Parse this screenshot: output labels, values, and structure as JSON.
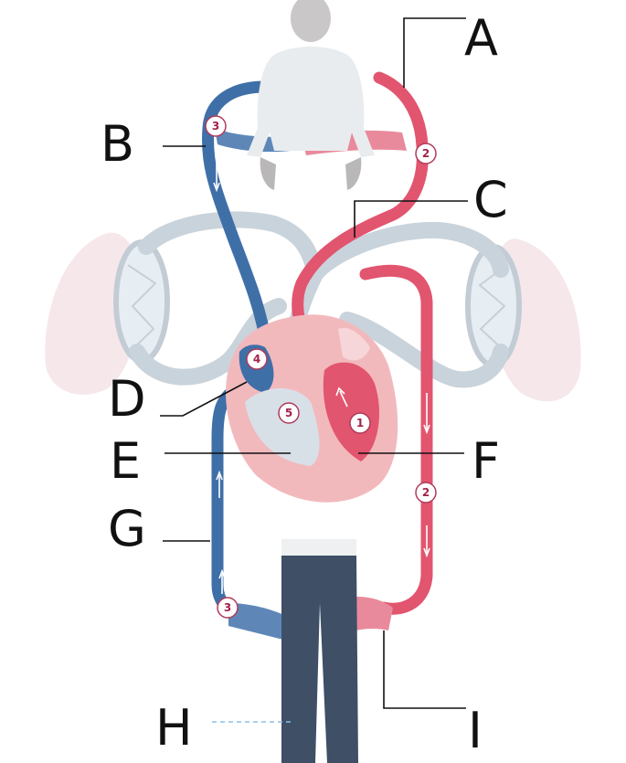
{
  "labels": {
    "A": "A",
    "B": "B",
    "C": "C",
    "D": "D",
    "E": "E",
    "F": "F",
    "G": "G",
    "H": "H",
    "I": "I"
  },
  "markers": {
    "upper_artery": "2",
    "upper_vein": "3",
    "aorta_down": "2",
    "lower_vein": "3",
    "left_ventricle": "1",
    "right_atrium": "4",
    "right_ventricle": "5"
  },
  "colors": {
    "oxygenated": "#e2556f",
    "deoxygenated": "#3f6fa7",
    "pulmonary": "#c9d3db",
    "lung": "#f3dde2",
    "heart_outer": "#f1b3b8",
    "label": "#111111"
  }
}
